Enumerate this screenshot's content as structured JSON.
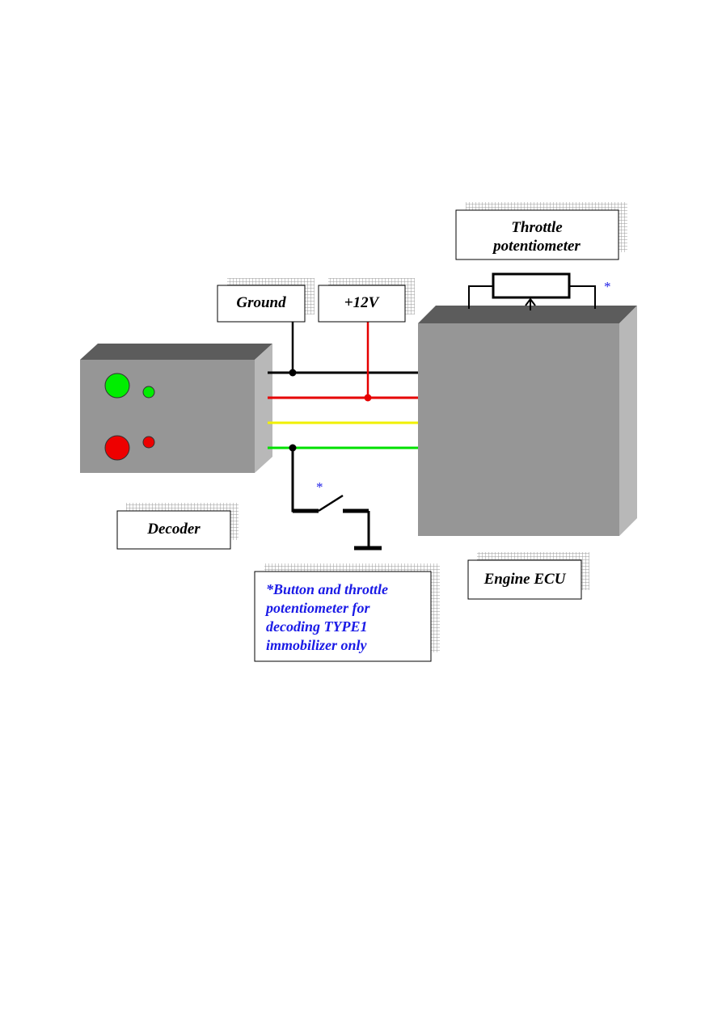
{
  "labels": {
    "ground": "Ground",
    "plus12v": "+12V",
    "throttle_line1": "Throttle",
    "throttle_line2": "potentiometer",
    "decoder": "Decoder",
    "engine_ecu": "Engine ECU",
    "note_lines": [
      "*Button and throttle",
      "potentiometer for",
      "decoding TYPE1",
      "immobilizer only"
    ],
    "asterisk_switch": "*",
    "asterisk_pot": "*"
  },
  "colors": {
    "box_front": "#969696",
    "box_top": "#5c5c5c",
    "box_side": "#b8b8b8",
    "wire_ground": "#000000",
    "wire_12v": "#e60000",
    "wire_signal": "#f0f000",
    "wire_data": "#00e000",
    "led_green": "#00ee00",
    "led_red": "#ee0000",
    "note_text": "#1a1ae6",
    "shadow_grid": "#9a9a9a"
  }
}
